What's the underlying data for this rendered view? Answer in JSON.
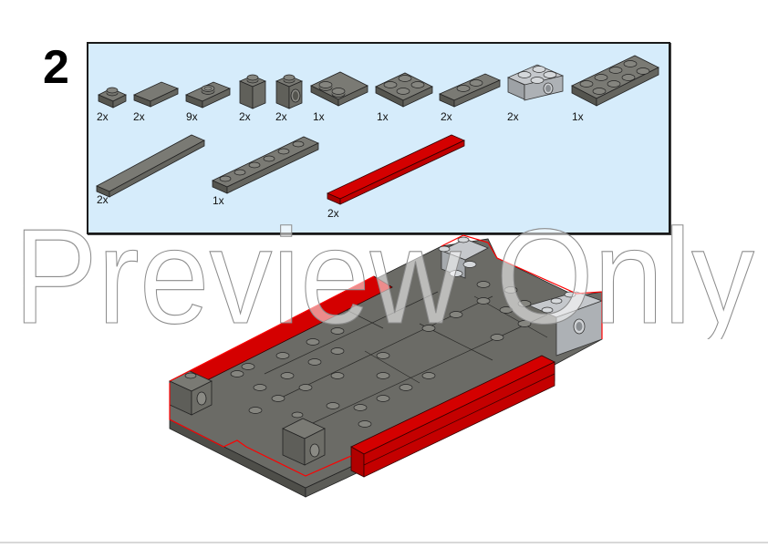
{
  "step": {
    "number": "2"
  },
  "colors": {
    "parts_box_bg": "#d6ecfb",
    "dark_bluish_gray": "#6b6b66",
    "light_bluish_gray": "#a8acb0",
    "red": "#d40000",
    "highlight_outline": "#ff0000"
  },
  "parts_list": {
    "row1": [
      {
        "name": "plate-1x1",
        "qty": "2x",
        "color": "dark_bluish_gray"
      },
      {
        "name": "tile-1x2",
        "qty": "2x",
        "color": "dark_bluish_gray"
      },
      {
        "name": "plate-1x2-jumper",
        "qty": "9x",
        "color": "dark_bluish_gray"
      },
      {
        "name": "brick-1x1",
        "qty": "2x",
        "color": "dark_bluish_gray"
      },
      {
        "name": "brick-1x1-with-hole",
        "qty": "2x",
        "color": "dark_bluish_gray"
      },
      {
        "name": "plate-2x2-corner-tiled",
        "qty": "1x",
        "color": "dark_bluish_gray"
      },
      {
        "name": "plate-2x2",
        "qty": "1x",
        "color": "dark_bluish_gray"
      },
      {
        "name": "plate-1x3-jumper",
        "qty": "2x",
        "color": "dark_bluish_gray"
      },
      {
        "name": "brick-1x2-with-hole-and-plate",
        "qty": "2x",
        "color": "light_bluish_gray"
      },
      {
        "name": "plate-2x4",
        "qty": "1x",
        "color": "dark_bluish_gray"
      }
    ],
    "row2": [
      {
        "name": "tile-1x6",
        "qty": "2x",
        "color": "dark_bluish_gray"
      },
      {
        "name": "plate-1x6",
        "qty": "1x",
        "color": "dark_bluish_gray"
      },
      {
        "name": "tile-1x8",
        "qty": "2x",
        "color": "red"
      }
    ]
  },
  "watermark": {
    "text": "Preview Only"
  }
}
